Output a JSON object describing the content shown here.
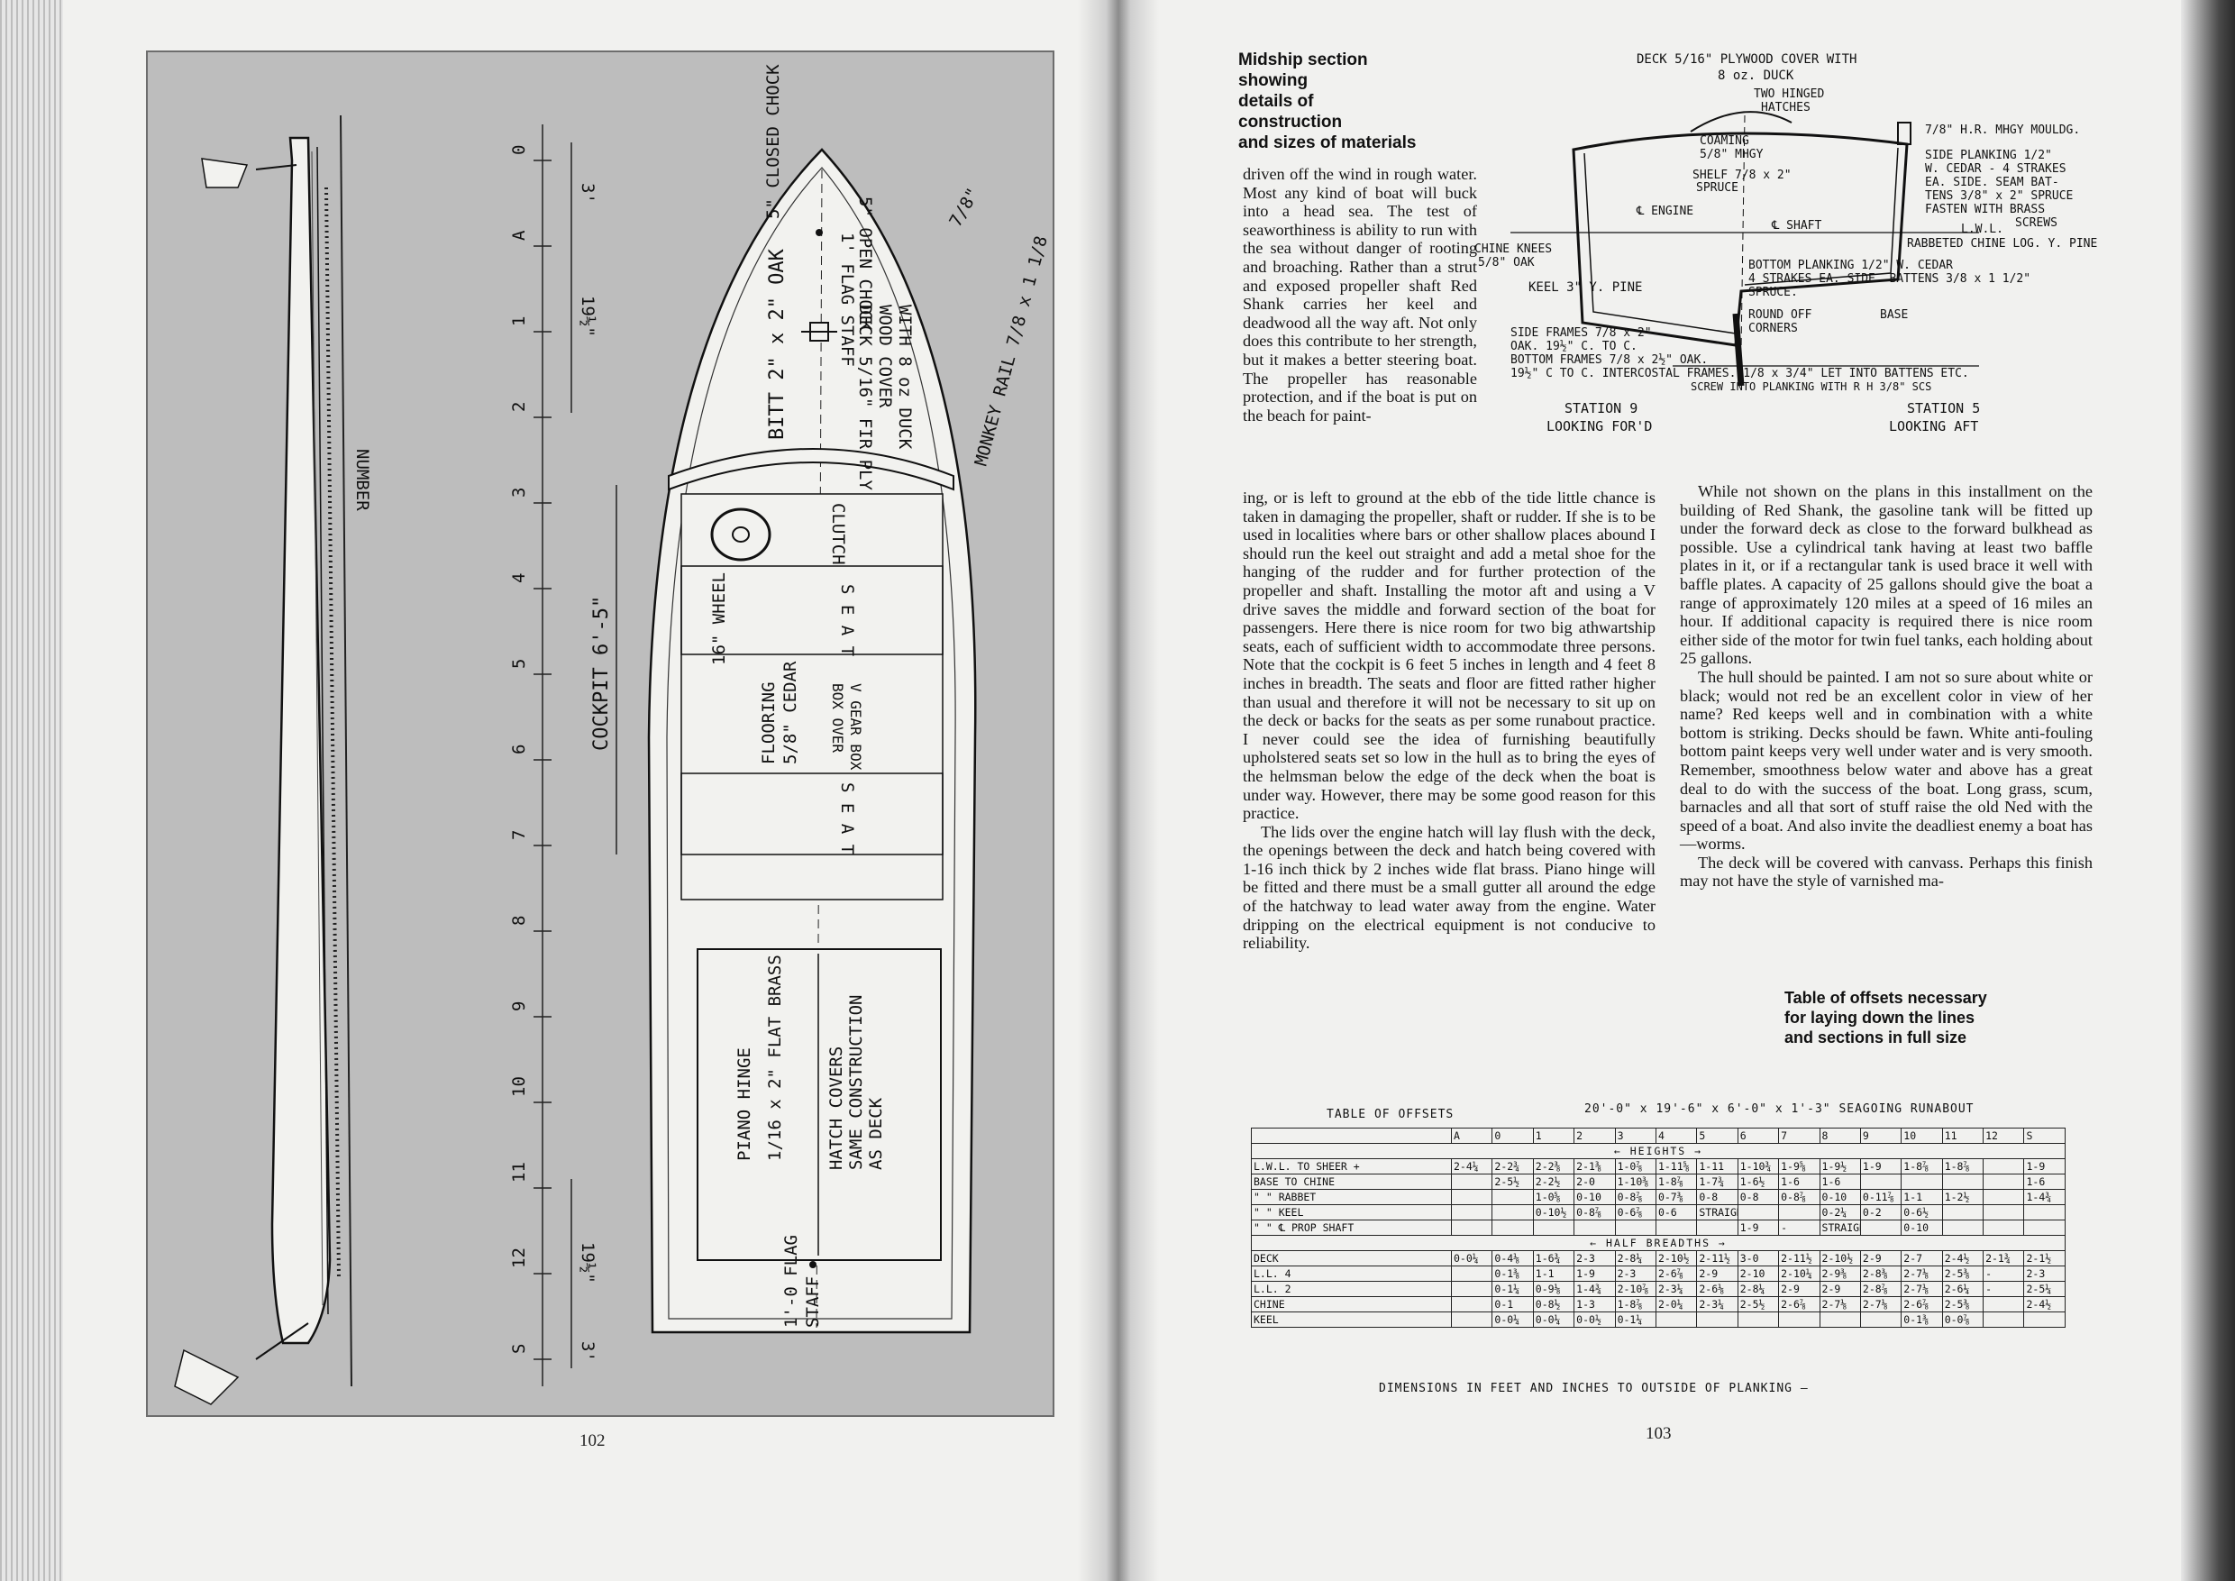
{
  "left_page": {
    "page_number": "102",
    "plate": {
      "station_labels": [
        "0",
        "A",
        "1",
        "2",
        "3",
        "4",
        "5",
        "6",
        "7",
        "8",
        "9",
        "10",
        "11",
        "12",
        "S"
      ],
      "dim_bow": "3'",
      "dim_bow_2": "19½\"",
      "dim_stern": "3'",
      "dim_stern_2": "19½\"",
      "cockpit_label": "COCKPIT 6'-5\"",
      "hull_name": "NUMBER",
      "closed_chock": "5\" CLOSED CHOCK",
      "open_chock": "5\" OPEN CHOCK",
      "flag_staff_fwd": "1' FLAG STAFF",
      "dim_78": "7/8\"",
      "monkey_rail": "MONKEY RAIL 7/8 x 1 1/8",
      "bitt": "BITT 2\" x 2\" OAK",
      "deck_note": [
        "DECK 5/16\" FIR PLY",
        "WOOD COVER",
        "WITH 8 oz DUCK"
      ],
      "clutch": "CLUTCH",
      "wheel": "16\" WHEEL",
      "seat_1": "S E A T",
      "seat_2": "S E A T",
      "flooring": [
        "FLOORING",
        "5/8\" CEDAR"
      ],
      "box_cover": [
        "BOX OVER",
        "V GEAR BOX"
      ],
      "piano_hinge": [
        "PIANO HINGE",
        "1/16 x 2\" FLAT BRASS"
      ],
      "hatch_covers": [
        "HATCH COVERS",
        "SAME CONSTRUCTION",
        "AS DECK"
      ],
      "flag_staff_aft": [
        "1'-0 FLAG",
        "STAFF"
      ]
    }
  },
  "right_page": {
    "page_number": "103",
    "midship_caption": [
      "Midship section showing",
      "details of construction",
      "and sizes of materials"
    ],
    "section_labels": {
      "deck": "DECK 5/16\" PLYWOOD COVER WITH",
      "deck_2": "8 oz. DUCK",
      "hatches": [
        "TWO HINGED",
        "HATCHES"
      ],
      "coaming": [
        "COAMING",
        "5/8\" MHGY"
      ],
      "shelf": [
        "SHELF 7/8 x 2\"",
        "SPRUCE"
      ],
      "engine": "℄ ENGINE",
      "shaft": "℄ SHAFT",
      "mould": "7/8\" H.R. MHGY MOULDG.",
      "side_planking": [
        "SIDE PLANKING 1/2\"",
        "W. CEDAR - 4 STRAKES",
        "EA. SIDE. SEAM BAT-",
        "TENS 3/8\" x 2\" SPRUCE",
        "FASTEN WITH BRASS",
        "SCREWS"
      ],
      "lwl": "L.W.L.",
      "rabbeted": "RABBETED CHINE LOG. Y. PINE",
      "chine_knees": [
        "CHINE KNEES",
        "5/8\" OAK"
      ],
      "keel": "KEEL 3\" Y. PINE",
      "bottom_planking": [
        "BOTTOM PLANKING 1/2\" W. CEDAR",
        "4 STRAKES EA. SIDE. BATTENS 3/8 x 1 1/2\"",
        "SPRUCE."
      ],
      "round_off": [
        "ROUND OFF",
        "CORNERS"
      ],
      "base": "BASE",
      "side_frames": [
        "SIDE FRAMES 7/8 x 2\"",
        "OAK. 19½\" C. TO C.",
        "BOTTOM FRAMES 7/8 x 2½\" OAK.",
        "19½\" C TO C. INTERCOSTAL FRAMES. 1/8 x 3/4\" LET INTO BATTENS ETC.",
        "SCREW INTO PLANKING WITH R H 3/8\" SCS"
      ],
      "station_9": [
        "STATION 9",
        "LOOKING FOR'D"
      ],
      "station_5": [
        "STATION 5",
        "LOOKING AFT"
      ]
    },
    "col1_intro": "driven off the wind in rough water. Most any kind of boat will buck into a head sea. The test of seaworthiness is ability to run with the sea without danger of rooting and broaching. Rather than a strut and exposed propeller shaft Red Shank carries her keel and deadwood all the way aft. Not only does this contribute to her strength, but it makes a better steering boat. The propeller has reasonable protection, and if the boat is put on the beach for paint-",
    "col1_wide": "ing, or is left to ground at the ebb of the tide little chance is taken in damaging the propeller, shaft or rudder. If she is to be used in localities where bars or other shallow places abound I should run the keel out straight and add a metal shoe for the hanging of the rudder and for further protection of the propeller and shaft. Installing the motor aft and using a V drive saves the middle and forward section of the boat for passengers. Here there is nice room for two big athwartship seats, each of sufficient width to accommodate three persons. Note that the cockpit is 6 feet 5 inches in length and 4 feet 8 inches in breadth. The seats and floor are fitted rather higher than usual and therefore it will not be necessary to sit up on the deck or backs for the seats as per some runabout practice. I never could see the idea of furnishing beautifully upholstered seats set so low in the hull as to bring the eyes of the helmsman below the edge of the deck when the boat is under way. However, there may be some good reason for this practice.",
    "col1_p2": "The lids over the engine hatch will lay flush with the deck, the openings between the deck and hatch being covered with 1-16 inch thick by 2 inches wide flat brass. Piano hinge will be fitted and there must be a small gutter all around the edge of the hatchway to lead water away from the engine. Water dripping on the electrical equipment is not conducive to reliability.",
    "col2_p1": "While not shown on the plans in this installment on the building of Red Shank, the gasoline tank will be fitted up under the forward deck as close to the forward bulkhead as possible. Use a cylindrical tank having at least two baffle plates in it, or if a rectangular tank is used brace it well with baffle plates. A capacity of 25 gallons should give the boat a range of approximately 120 miles at a speed of 16 miles an hour. If additional capacity is required there is nice room either side of the motor for twin fuel tanks, each holding about 25 gallons.",
    "col2_p2": "The hull should be painted. I am not so sure about white or black; would not red be an excellent color in view of her name? Red keeps well and in combination with a white bottom is striking. Decks should be fawn. White anti-fouling bottom paint keeps very well under water and is very smooth. Remember, smoothness below water and above has a great deal to do with the success of the boat. Long grass, scum, barnacles and all that sort of stuff raise the old Ned with the speed of a boat. And also invite the deadliest enemy a boat has—worms.",
    "col2_p3": "The deck will be covered with canvass. Perhaps this finish may not have the style of varnished ma-",
    "offsets_caption": [
      "Table of offsets necessary",
      "for laying down the lines",
      "and sections in full size"
    ],
    "offsets": {
      "title": "TABLE OF OFFSETS",
      "subtitle": "20'-0\" x 19'-6\" x 6'-0\" x 1'-3\" SEAGOING RUNABOUT",
      "footer": "DIMENSIONS IN FEET AND INCHES TO OUTSIDE OF PLANKING —",
      "columns": [
        "A",
        "0",
        "1",
        "2",
        "3",
        "4",
        "5",
        "6",
        "7",
        "8",
        "9",
        "10",
        "11",
        "12",
        "S"
      ],
      "heights_label": "← HEIGHTS →",
      "heights_rows": [
        {
          "label": "L.W.L. TO SHEER +",
          "cells": [
            "2-4¼",
            "2-2¾",
            "2-2⅜",
            "2-1⅜",
            "1-0⅞",
            "1-11⅝",
            "1-11",
            "1-10¾",
            "1-9⅝",
            "1-9½",
            "1-9",
            "1-8⅞",
            "1-8⅞",
            "",
            "1-9"
          ]
        },
        {
          "label": "BASE TO CHINE",
          "cells": [
            "",
            "2-5½",
            "2-2½",
            "2-0",
            "1-10⅜",
            "1-8⅞",
            "1-7¾",
            "1-6½",
            "1-6",
            "1-6",
            "",
            "",
            "",
            "",
            "1-6"
          ]
        },
        {
          "label": "\" \" RABBET",
          "cells": [
            "",
            "",
            "1-0⅝",
            "0-10",
            "0-8⅞",
            "0-7⅜",
            "0-8",
            "0-8",
            "0-8⅞",
            "0-10",
            "0-11⅞",
            "1-1",
            "1-2½",
            "",
            "1-4¾"
          ]
        },
        {
          "label": "\" \" KEEL",
          "cells": [
            "",
            "",
            "0-10½",
            "0-8⅞",
            "0-6⅞",
            "0-6",
            "STRAIGHT",
            "",
            "",
            "0-2¼",
            "0-2",
            "0-6½",
            "",
            "",
            ""
          ]
        },
        {
          "label": "\" \" ℄ PROP SHAFT",
          "cells": [
            "",
            "",
            "",
            "",
            "",
            "",
            "",
            "1-9",
            "-",
            "STRAIGHT",
            "",
            "0-10",
            "",
            "",
            ""
          ]
        }
      ],
      "breadths_label": "← HALF BREADTHS →",
      "breadths_rows": [
        {
          "label": "DECK",
          "cells": [
            "0-0¼",
            "0-4⅛",
            "1-6¾",
            "2-3",
            "2-8¼",
            "2-10½",
            "2-11½",
            "3-0",
            "2-11½",
            "2-10½",
            "2-9",
            "2-7",
            "2-4½",
            "2-1¾",
            "2-1½"
          ]
        },
        {
          "label": "L.L. 4",
          "cells": [
            "",
            "0-1⅜",
            "1-1",
            "1-9",
            "2-3",
            "2-6⅞",
            "2-9",
            "2-10",
            "2-10¼",
            "2-9⅜",
            "2-8⅜",
            "2-7⅛",
            "2-5⅜",
            "-",
            "2-3"
          ]
        },
        {
          "label": "L.L. 2",
          "cells": [
            "",
            "0-1¼",
            "0-9⅛",
            "1-4¾",
            "2-10⅞",
            "2-3¼",
            "2-6⅛",
            "2-8¼",
            "2-9",
            "2-9",
            "2-8⅞",
            "2-7⅛",
            "2-6¼",
            "-",
            "2-5¼"
          ]
        },
        {
          "label": "CHINE",
          "cells": [
            "",
            "0-1",
            "0-8½",
            "1-3",
            "1-8⅞",
            "2-0¼",
            "2-3¼",
            "2-5½",
            "2-6⅞",
            "2-7⅛",
            "2-7⅛",
            "2-6⅞",
            "2-5⅜",
            "",
            "2-4½"
          ]
        },
        {
          "label": "KEEL",
          "cells": [
            "",
            "0-0¼",
            "0-0¼",
            "0-0½",
            "0-1¼",
            "",
            "",
            "",
            "",
            "",
            "",
            "0-1⅜",
            "0-0⅞",
            "",
            ""
          ]
        }
      ]
    }
  }
}
